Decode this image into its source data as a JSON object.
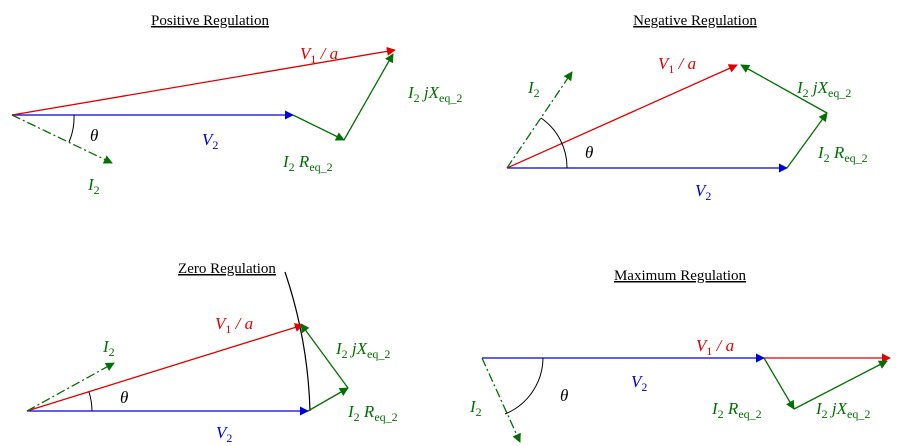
{
  "titles": {
    "positive": "Positive Regulation",
    "negative": "Negative Regulation",
    "zero": "Zero Regulation",
    "maximum": "Maximum Regulation"
  },
  "labels": {
    "v1_main": "V",
    "v1_sub": "1",
    "v1_tail": " / a",
    "v2_main": "V",
    "v2_sub": "2",
    "i2_main": "I",
    "i2_sub": "2",
    "theta": "θ",
    "ir_prefix": "I",
    "ir_prefix_sub": "2",
    "ir_main": " R",
    "ir_sub": "eq_2",
    "ix_prefix": "I",
    "ix_prefix_sub": "2",
    "ix_main": " jX",
    "ix_sub": "eq_2"
  },
  "colors": {
    "v1": "#e00000",
    "v2": "#0000dd",
    "i2": "#007000",
    "arc": "#000000"
  }
}
